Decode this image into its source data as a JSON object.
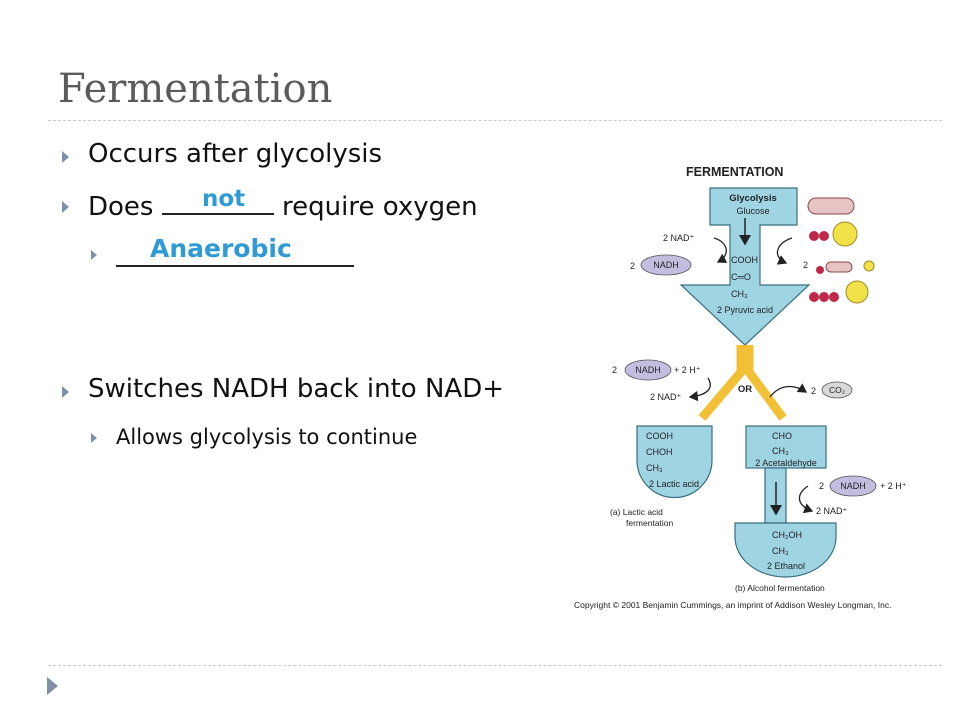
{
  "title": "Fermentation",
  "bullets": {
    "b1": "Occurs after glycolysis",
    "b2_pre": "Does",
    "b2_post": "require oxygen",
    "b2_answer": "not",
    "sub1_answer": "Anaerobic",
    "b3": "Switches NADH back into NAD+",
    "sub2": "Allows glycolysis to continue"
  },
  "figure": {
    "heading": "FERMENTATION",
    "glycolysis": "Glycolysis",
    "glucose": "Glucose",
    "nad_plus_2": "2 NAD⁺",
    "two": "2",
    "nadh": "NADH",
    "cooh": "COOH",
    "c_o": "C═O",
    "ch3": "CH₃",
    "pyruvic": "2 Pyruvic acid",
    "plus_2h": "+ 2 H⁺",
    "or": "OR",
    "co2": "CO₂",
    "chohh": "CHOH",
    "lactic": "2 Lactic acid",
    "cho": "CHO",
    "acetaldehyde": "2 Acetaldehyde",
    "ch2oh": "CH₂OH",
    "ethanol": "2 Ethanol",
    "label_a_1": "(a)  Lactic acid",
    "label_a_2": "fermentation",
    "label_b": "(b)  Alcohol fermentation",
    "copyright": "Copyright © 2001 Benjamin Cummings, an imprint of Addison Wesley Longman, Inc."
  },
  "colors": {
    "arrow_fill": "#9fd4e3",
    "arrow_stroke": "#3a6f7f",
    "oval_fill": "#c5bde0",
    "yellow": "#f2c035",
    "accent_text": "#2e9bd6"
  }
}
